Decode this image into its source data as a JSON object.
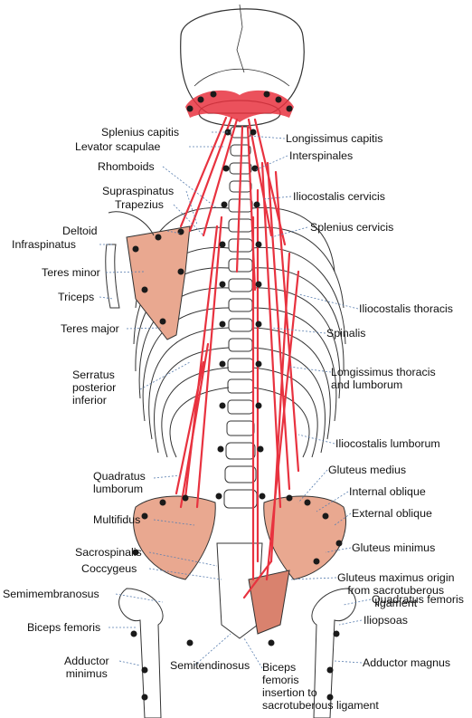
{
  "labels": {
    "splenius_capitis": "Splenius capitis",
    "levator_scapulae": "Levator scapulae",
    "rhomboids": "Rhomboids",
    "supraspinatus": "Supraspinatus",
    "trapezius": "Trapezius",
    "deltoid": "Deltoid",
    "infraspinatus": "Infraspinatus",
    "teres_minor": "Teres minor",
    "triceps": "Triceps",
    "teres_major": "Teres major",
    "serratus_posterior_inferior": "Serratus\nposterior\ninferior",
    "quadratus_lumborum": "Quadratus\nlumborum",
    "multifidus": "Multifidus",
    "sacrospinalis": "Sacrospinalis",
    "coccygeus": "Coccygeus",
    "semimembranosus": "Semimembranosus",
    "biceps_femoris": "Biceps femoris",
    "adductor_minimus": "Adductor\nminimus",
    "semitendinosus": "Semitendinosus",
    "biceps_femoris_insertion": "Biceps\nfemoris\ninsertion to\nsacrotuberous ligament",
    "longissimus_capitis": "Longissimus capitis",
    "interspinales": "Interspinales",
    "iliocostalis_cervicis": "Iliocostalis cervicis",
    "splenius_cervicis": "Splenius cervicis",
    "iliocostalis_thoracis": "Iliocostalis thoracis",
    "spinalis": "Spinalis",
    "longissimus_thoracis": "Longissimus thoracis\nand lumborum",
    "iliocostalis_lumborum": "Iliocostalis lumborum",
    "gluteus_medius": "Gluteus medius",
    "internal_oblique": "Internal oblique",
    "external_oblique": "External oblique",
    "gluteus_minimus": "Gluteus minimus",
    "gluteus_maximus_origin": "Gluteus maximus origin\nfrom sacrotuberous\nligament",
    "quadratus_femoris": "Quadratus femoris",
    "iliopsoas": "Iliopsoas",
    "adductor_magnus": "Adductor magnus"
  },
  "colors": {
    "muscle": "#e8323f",
    "muscle_fill": "#e9a890",
    "bone_line": "#333333",
    "dot": "#1a1a1a",
    "leader": "#5a7fb0",
    "text": "#111111"
  }
}
